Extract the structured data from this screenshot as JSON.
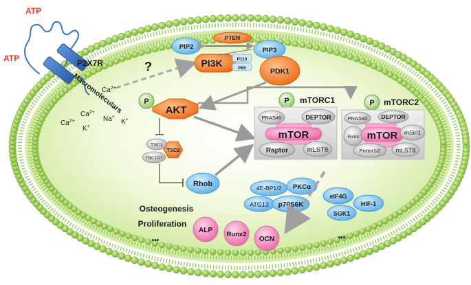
{
  "colors": {
    "membrane": "#8cc63f",
    "membrane_dark": "#5a9a1e",
    "cell_inner": "#e9f5c8",
    "cell_edge": "#c7e394",
    "orange": "#f07b22",
    "blue_node": "#7cc3ec",
    "pink": "#f29ac4",
    "grey_box": "#d9d9d9",
    "atp_red": "#e8332a",
    "receptor_blue": "#3a74c4"
  },
  "labels": {
    "atp_top": "ATP",
    "atp_left": "ATP",
    "receptor": "P2X7R",
    "macromolecular": "Macromoleculars",
    "question": "?",
    "pip2": "PIP2",
    "pten": "PTEN",
    "pip3": "PIP3",
    "pi3k": "PI3K",
    "p110": "P110",
    "p85": "P85",
    "pdk1": "PDK1",
    "p_akt": "P",
    "akt": "AKT",
    "p_mtorc1": "P",
    "mtorc1": "mTORC1",
    "p_mtorc2": "P",
    "mtorc2": "mTORC2",
    "tsc1": "TSC1",
    "tsc2": "TSC2",
    "tbc1d7": "TBC1D7",
    "rhob": "Rhob",
    "osteogenesis": "Osteogenesis",
    "proliferation": "Proliferation",
    "ellipsis_left": "•••",
    "ellipsis_right": "•••"
  },
  "ions": {
    "ca1": "Ca",
    "ca1_sup": "2+",
    "ca2": "Ca",
    "ca2_sup": "2+",
    "ca3": "Ca",
    "ca3_sup": "2+",
    "na": "Na",
    "na_sup": "+",
    "k1": "K",
    "k1_sup": "+",
    "k2": "K",
    "k2_sup": "+"
  },
  "mtorc1_complex": {
    "pras40": "PRAS40",
    "deptor": "DEPTOR",
    "mtor": "mTOR",
    "raptor": "Raptor",
    "mlst8": "mLST8"
  },
  "mtorc2_complex": {
    "pras40": "PRAS40",
    "deptor": "DEPTOR",
    "rictor": "Rictor",
    "mtor": "mTOR",
    "msin1": "mSin1",
    "protor": "Protor1/2",
    "mlst8": "mLST8"
  },
  "effectors": {
    "e4ebp": "4E-BP1/2",
    "pkca": "PKCα",
    "atg13": "ATG13",
    "p70s6k": "p70S6K",
    "eif4g": "eIF4G",
    "hif1": "HIF-1",
    "sgk1": "SGK1"
  },
  "outcomes": {
    "alp": "ALP",
    "runx2": "Runx2",
    "ocn": "OCN"
  }
}
